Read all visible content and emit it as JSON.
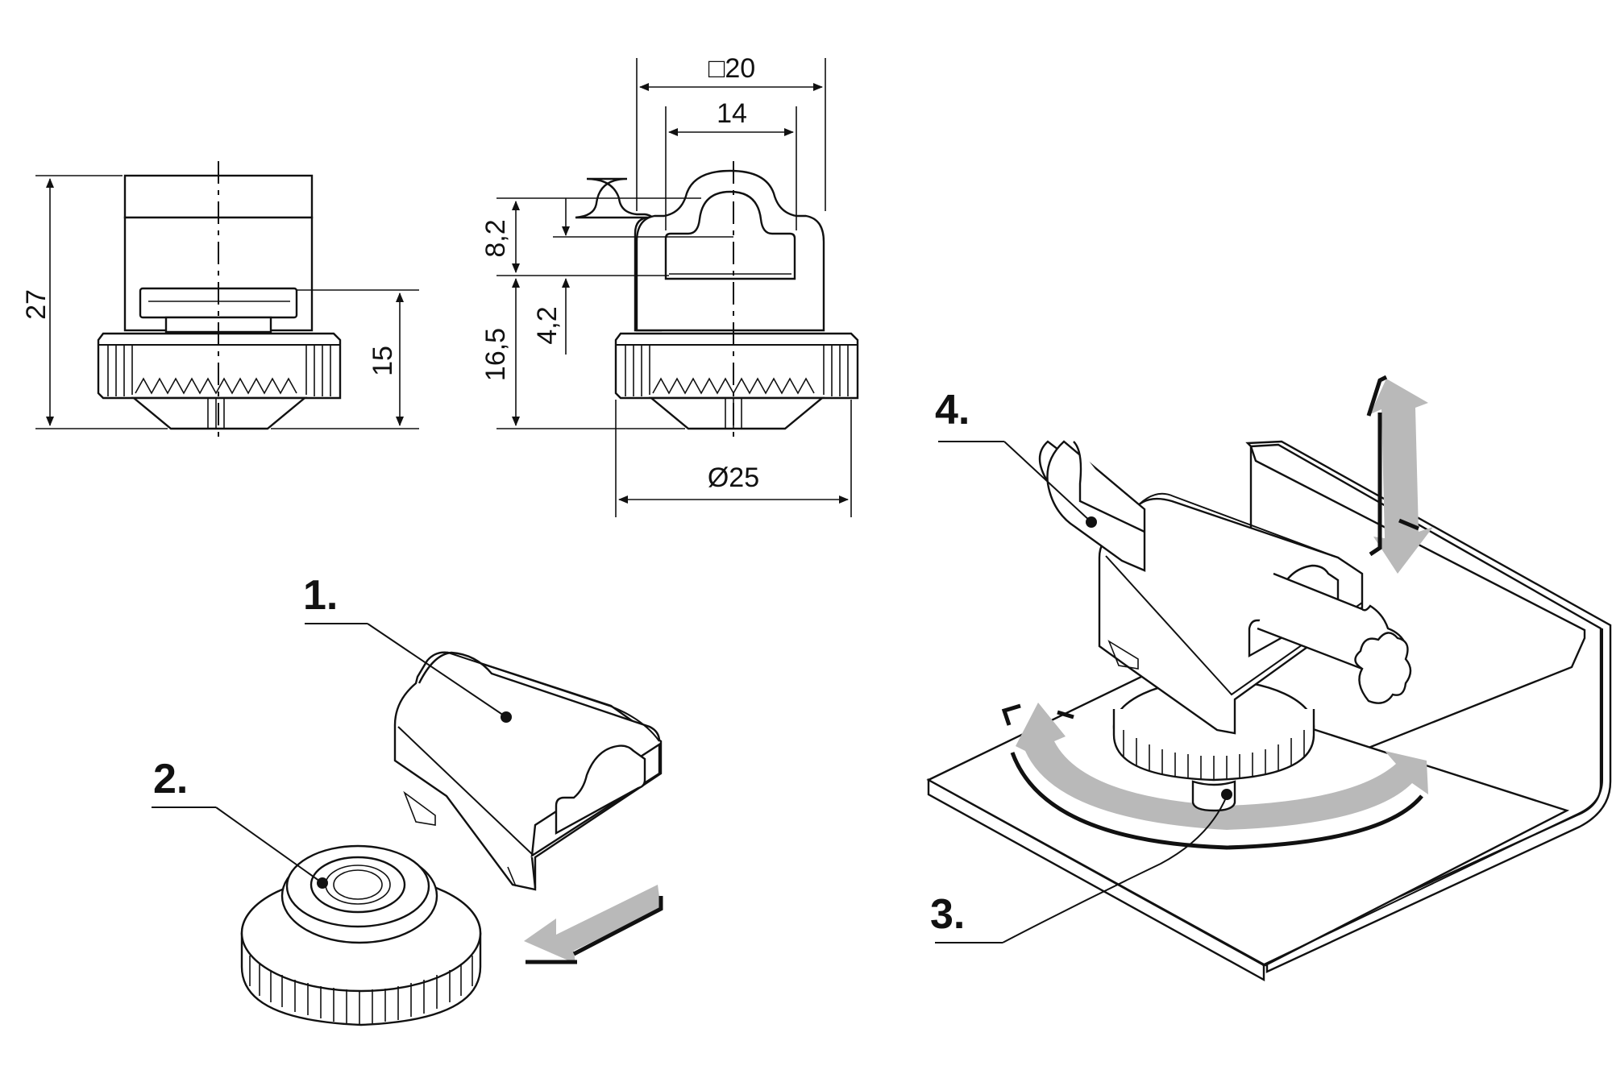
{
  "dimensions": {
    "height_total": "27",
    "height_base": "15",
    "square_width": "□20",
    "slot_width": "14",
    "slot_height": "8,2",
    "offset_height": "4,2",
    "base_height": "16,5",
    "diameter": "Ø25"
  },
  "steps": {
    "one": "1.",
    "two": "2.",
    "three": "3.",
    "four": "4."
  },
  "colors": {
    "line": "#111111",
    "arrow_fill": "#b9b9b9",
    "background": "#ffffff"
  }
}
